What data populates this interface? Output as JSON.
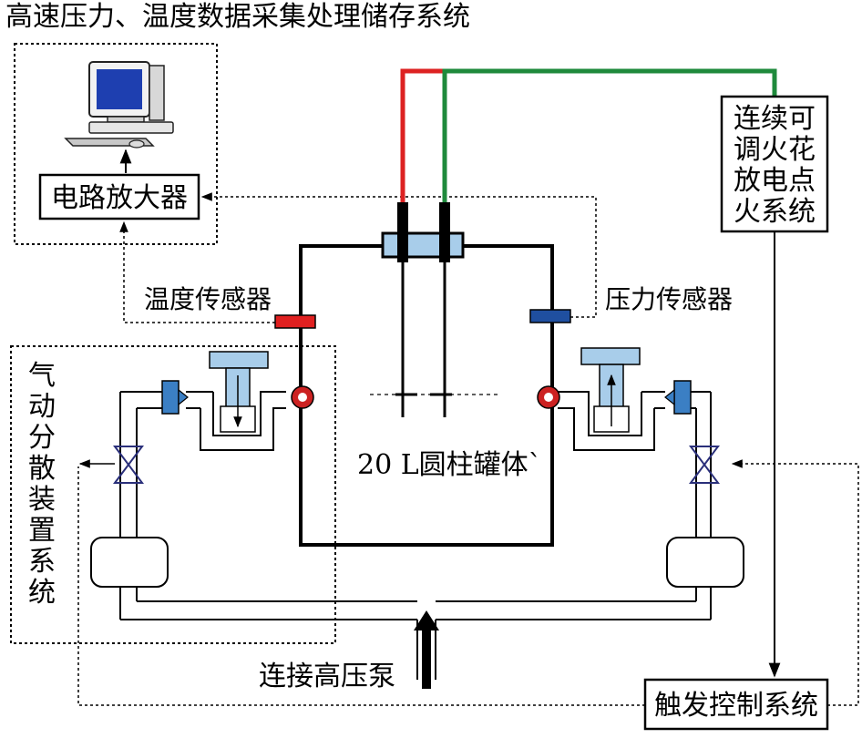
{
  "labels": {
    "system_title": "高速压力、温度数据采集处理储存系统",
    "amplifier": "电路放大器",
    "temperature_sensor": "温度传感器",
    "pressure_sensor": "压力传感器",
    "vessel": "20 L圆柱罐体`",
    "ignition_system": [
      "连续可",
      "调火花",
      "放电点",
      "火系统"
    ],
    "dispersion_system": [
      "气",
      "动",
      "分",
      "散",
      "装",
      "置",
      "系",
      "统"
    ],
    "pump": "连接高压泵",
    "trigger_system": "触发控制系统"
  },
  "colors": {
    "electrode_positive": "#dd2222",
    "electrode_negative": "#1f8a3c",
    "temperature_sensor": "#e02020",
    "pressure_sensor": "#1f4fa0",
    "cap": "#a8cdea",
    "valve": "#3b7fc4"
  },
  "icons": [
    "computer-icon",
    "solenoid-valve-icon",
    "ball-valve-icon",
    "rebound-nozzle-icon",
    "arrow-up-icon"
  ]
}
